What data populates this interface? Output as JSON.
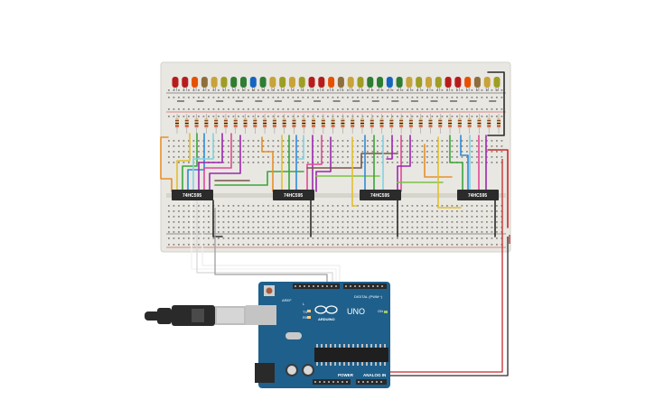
{
  "breadboard": {
    "led_colors": [
      "#b71c1c",
      "#b71c1c",
      "#e65100",
      "#8d6e3c",
      "#c8a23a",
      "#9e9d24",
      "#2e7d32",
      "#2e7d32",
      "#1565c0",
      "#2e7d32",
      "#c8a23a",
      "#9e9d24",
      "#c8a23a",
      "#9e9d24",
      "#b71c1c",
      "#b71c1c",
      "#e65100",
      "#8d6e3c",
      "#c8a23a",
      "#9e9d24",
      "#2e7d32",
      "#2e7d32",
      "#1565c0",
      "#2e7d32",
      "#c8a23a",
      "#9e9d24",
      "#c8a23a",
      "#9e9d24",
      "#b71c1c",
      "#b71c1c",
      "#e65100",
      "#8d6e3c",
      "#c8a23a",
      "#9e9d24"
    ],
    "wire_colors": [
      "#e6902a",
      "#e0c030",
      "#3aa63a",
      "#2e8bd8",
      "#9c27b0",
      "#e0489a",
      "#7fd3e0",
      "#795548",
      "#7cc242"
    ],
    "chips": [
      {
        "label": "74HC595"
      },
      {
        "label": "74HC595"
      },
      {
        "label": "74HC595"
      },
      {
        "label": "74HC595"
      }
    ]
  },
  "arduino": {
    "name": "UNO",
    "brand": "ARDUINO",
    "header_digital": "DIGITAL (PWM~)",
    "header_power": "POWER",
    "header_analog": "ANALOG IN",
    "label_aref": "AREF",
    "label_tx": "TX",
    "label_rx": "RX",
    "label_l": "L",
    "label_on": "ON"
  },
  "colors": {
    "board_blue": "#1f5f8b",
    "breadboard": "#e9e7e2",
    "chip": "#2b2b2b",
    "usb_plug": "#2a2a2a"
  }
}
